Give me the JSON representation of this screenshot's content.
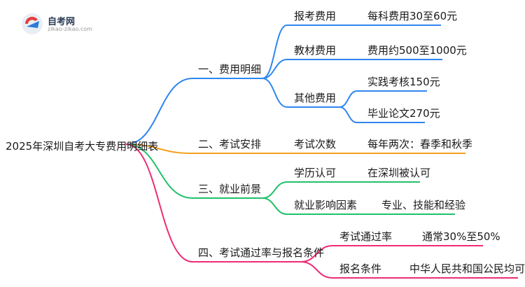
{
  "logo": {
    "name": "自考网",
    "url": "zikao-zikao.com"
  },
  "root": "2025年深圳自考大专费用明细表",
  "branches": [
    {
      "label": "一、费用明细",
      "color": "#2f86f0",
      "items": [
        {
          "label": "报考费用",
          "subs": [
            "每科费用30至60元"
          ]
        },
        {
          "label": "教材费用",
          "subs": [
            "费用约500至1000元"
          ]
        },
        {
          "label": "其他费用",
          "subs": [
            "实践考核150元",
            "毕业论文270元"
          ]
        }
      ]
    },
    {
      "label": "二、考试安排",
      "color": "#f4a11e",
      "items": [
        {
          "label": "考试次数",
          "subs": [
            "每年两次：春季和秋季"
          ]
        }
      ]
    },
    {
      "label": "三、就业前景",
      "color": "#21c06b",
      "items": [
        {
          "label": "学历认可",
          "subs": [
            "在深圳被认可"
          ]
        },
        {
          "label": "就业影响因素",
          "subs": [
            "专业、技能和经验"
          ]
        }
      ]
    },
    {
      "label": "四、考试通过率与报名条件",
      "color": "#ee2c76",
      "items": [
        {
          "label": "考试通过率",
          "subs": [
            "通常30%至50%"
          ]
        },
        {
          "label": "报名条件",
          "subs": [
            "中华人民共和国公民均可报名"
          ]
        }
      ]
    }
  ]
}
